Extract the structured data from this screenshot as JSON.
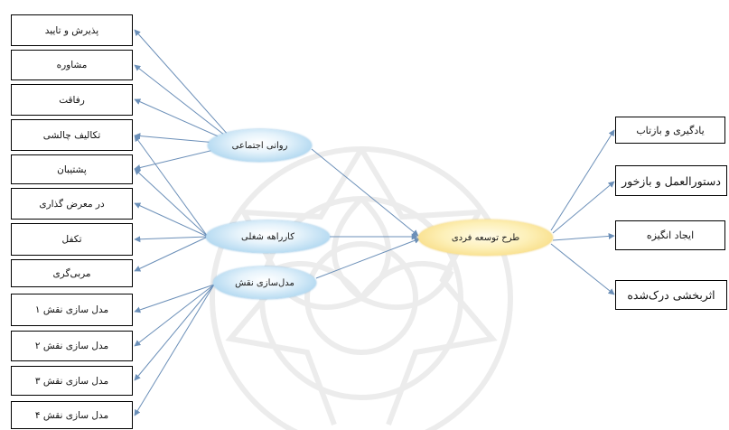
{
  "center": {
    "label": "طرح توسعه فردی"
  },
  "middle_nodes": [
    {
      "label": "روانی اجتماعی"
    },
    {
      "label": "کارراهه شغلی"
    },
    {
      "label": "مدل‌سازی نقش"
    }
  ],
  "left_boxes": [
    {
      "label": "پذیرش و تایید"
    },
    {
      "label": "مشاوره"
    },
    {
      "label": "رفاقت"
    },
    {
      "label": "تکالیف چالشی"
    },
    {
      "label": "پشتیبان"
    },
    {
      "label": "در معرض گذاری"
    },
    {
      "label": "تکفل"
    },
    {
      "label": "مربی‌گری"
    },
    {
      "label": "مدل سازی نقش ۱"
    },
    {
      "label": "مدل سازی نقش ۲"
    },
    {
      "label": "مدل سازی نقش ۳"
    },
    {
      "label": "مدل سازی نقش ۴"
    }
  ],
  "right_boxes": [
    {
      "label": "یادگیری و بازتاب"
    },
    {
      "label": "دستورالعمل و بازخور"
    },
    {
      "label": "ایجاد انگیزه"
    },
    {
      "label": "اثربخشی درک‌شده"
    }
  ],
  "colors": {
    "arrow": "#6b8fb8",
    "box_border": "#000000",
    "oval_blue": "#b9dcf2",
    "oval_yellow": "#f8dd86",
    "watermark": "#ececec"
  }
}
